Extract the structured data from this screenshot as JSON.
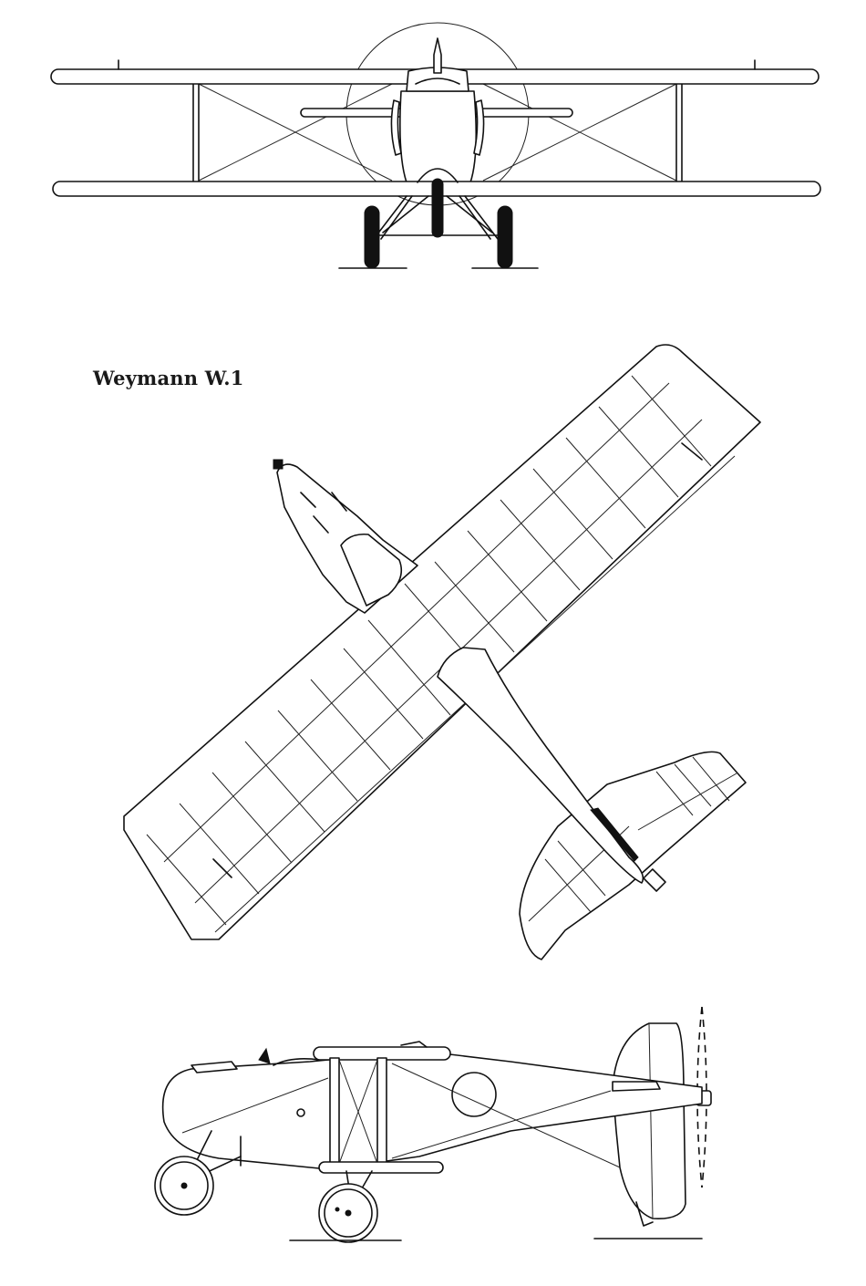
{
  "drawing": {
    "title": "Weymann W.1",
    "views": [
      "front-view",
      "plan-view",
      "side-view"
    ]
  },
  "colors": {
    "ink": "#111111",
    "paper": "#ffffff"
  }
}
